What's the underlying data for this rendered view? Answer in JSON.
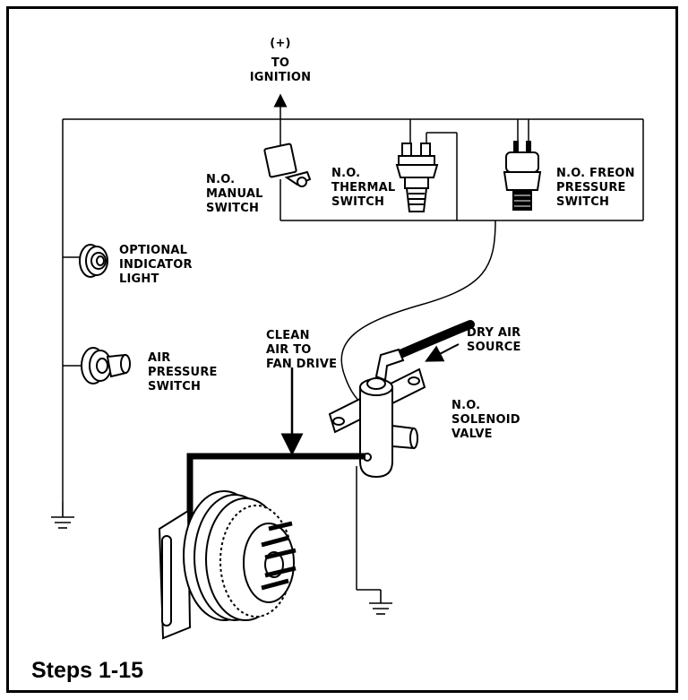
{
  "caption": "Steps 1-15",
  "labels": {
    "plus": "(+)",
    "to": "TO",
    "ignition": "IGNITION",
    "manual_1": "N.O.",
    "manual_2": "MANUAL",
    "manual_3": "SWITCH",
    "thermal_1": "N.O.",
    "thermal_2": "THERMAL",
    "thermal_3": "SWITCH",
    "freon_1": "N.O. FREON",
    "freon_2": "PRESSURE",
    "freon_3": "SWITCH",
    "indicator_1": "OPTIONAL",
    "indicator_2": "INDICATOR",
    "indicator_3": "LIGHT",
    "airsw_1": "AIR",
    "airsw_2": "PRESSURE",
    "airsw_3": "SWITCH",
    "clean_1": "CLEAN",
    "clean_2": "AIR TO",
    "clean_3": "FAN DRIVE",
    "dry_1": "DRY AIR",
    "dry_2": "SOURCE",
    "solenoid_1": "N.O.",
    "solenoid_2": "SOLENOID",
    "solenoid_3": "VALVE"
  },
  "icons": [
    "manual-switch-icon",
    "thermal-switch-icon",
    "freon-pressure-switch-icon",
    "indicator-light-icon",
    "air-pressure-switch-icon",
    "solenoid-valve-icon",
    "fan-drive-icon",
    "ground-icon"
  ]
}
